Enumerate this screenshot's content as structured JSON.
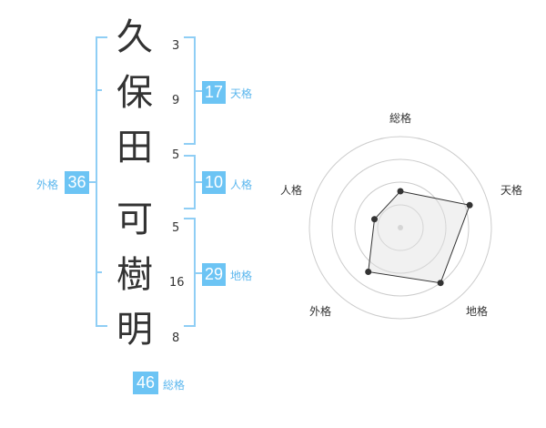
{
  "name_chars": [
    "久",
    "保",
    "田",
    "可",
    "樹",
    "明"
  ],
  "stroke_counts": [
    "3",
    "9",
    "5",
    "5",
    "16",
    "8"
  ],
  "fortunes": {
    "tenkaku": {
      "value": "17",
      "label": "天格"
    },
    "jinkaku": {
      "value": "10",
      "label": "人格"
    },
    "chikaku": {
      "value": "29",
      "label": "地格"
    },
    "gaikaku": {
      "value": "36",
      "label": "外格"
    },
    "soukaku": {
      "value": "46",
      "label": "総格"
    }
  },
  "chart_data": {
    "type": "radar",
    "axes": [
      "総格",
      "天格",
      "地格",
      "外格",
      "人格"
    ],
    "values": [
      0.4,
      0.8,
      0.75,
      0.6,
      0.3
    ],
    "max": 1,
    "rings": 4
  },
  "colors": {
    "accent": "#6cc4f4",
    "bracket": "#8fcef5",
    "text": "#333333",
    "grid": "#cccccc"
  }
}
